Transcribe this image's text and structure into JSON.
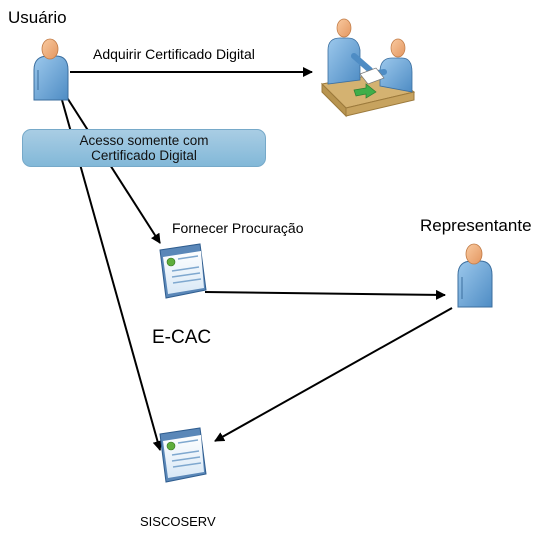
{
  "actors": {
    "usuario": "Usuário",
    "representante": "Representante"
  },
  "actions": {
    "adquirir_certificado": "Adquirir Certificado Digital",
    "fornecer_procuracao": "Fornecer Procuração"
  },
  "note": {
    "line1": "Acesso somente com",
    "line2": "Certificado Digital"
  },
  "systems": {
    "ecac": "E-CAC",
    "siscoserv": "SISCOSERV"
  },
  "icons": {
    "usuario": "user-icon",
    "representante": "user-icon",
    "certificate_office": "office-desk-meeting-icon",
    "ecac_window": "web-window-icon",
    "siscoserv_window": "web-window-icon"
  },
  "colors": {
    "note_fill": "#9ac6e0",
    "user_shirt": "#6aa7d8",
    "user_skin": "#f3b07f",
    "desk": "#d4b271",
    "window_frame": "#5a87b8",
    "arrow": "#000000"
  }
}
